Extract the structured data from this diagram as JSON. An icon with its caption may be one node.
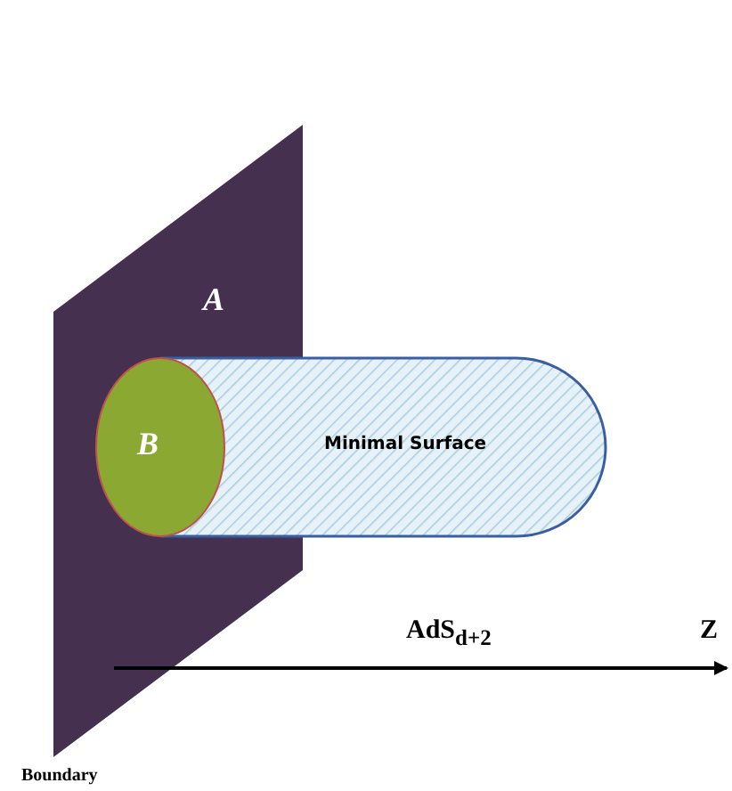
{
  "diagram": {
    "nodes": [
      {
        "text": [
          "A"
        ],
        "beside": [
          "Boundary"
        ]
      },
      {
        "text": [
          "B"
        ],
        "in": 0
      },
      {
        "text": [
          "Minimal Surface"
        ]
      }
    ],
    "labels": [
      "AdS$_{d+2}$",
      "Z"
    ]
  }
}
